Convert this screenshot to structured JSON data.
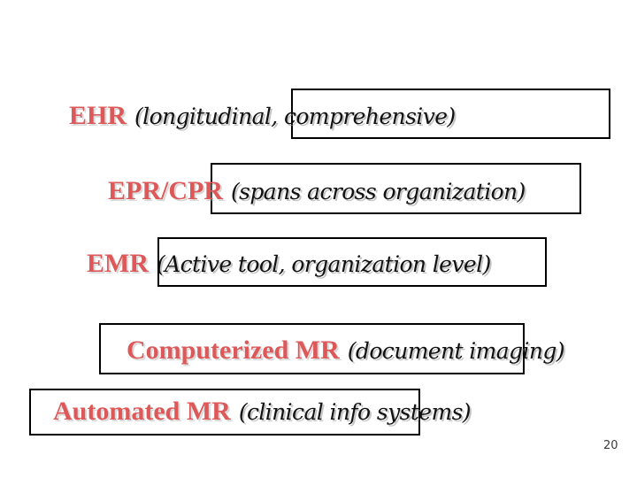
{
  "slide": {
    "rows": [
      {
        "acronym": "EHR",
        "description": "(longitudinal, comprehensive)"
      },
      {
        "acronym": "EPR/CPR",
        "description": "(spans across organization)"
      },
      {
        "acronym": "EMR",
        "description": "(Active tool, organization level)"
      },
      {
        "acronym": "Computerized MR",
        "description": "(document imaging)"
      },
      {
        "acronym": "Automated MR",
        "description": "(clinical info systems)"
      }
    ],
    "page_number": "20",
    "colors": {
      "accent_red": "#dd5959",
      "text_black": "#111111",
      "box_border": "#000000",
      "background": "#ffffff"
    }
  }
}
